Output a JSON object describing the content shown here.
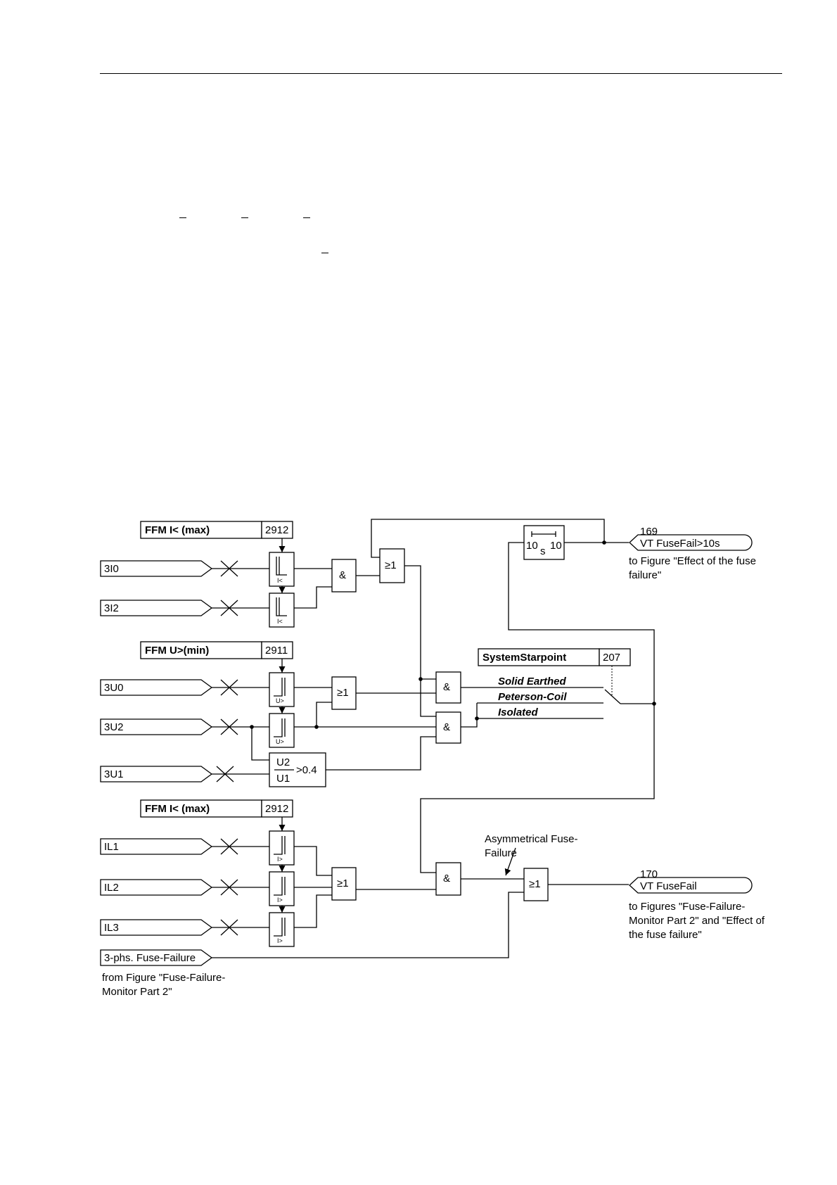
{
  "settings": {
    "ffm_i_max_top": {
      "label": "FFM I< (max)",
      "address": "2912"
    },
    "ffm_u_min": {
      "label": "FFM U>(min)",
      "address": "2911"
    },
    "ffm_i_max_bottom": {
      "label": "FFM I< (max)",
      "address": "2912"
    },
    "system_starpoint": {
      "label": "SystemStarpoint",
      "address": "207"
    }
  },
  "inputs": {
    "i0": "3I0",
    "i2": "3I2",
    "u0": "3U0",
    "u2": "3U2",
    "u1": "3U1",
    "il1": "IL1",
    "il2": "IL2",
    "il3": "IL3",
    "three_phase": "3-phs. Fuse-Failure"
  },
  "threshold_labels": {
    "i_under": "I<",
    "u_over": "U>",
    "i_over": "I>"
  },
  "gates": {
    "and": "&",
    "or": "≥1"
  },
  "ratio": {
    "numerator": "U2",
    "denominator": "U1",
    "threshold": ">0.4"
  },
  "timer": {
    "t1": "10",
    "unit": "s",
    "t2": "10"
  },
  "switch_positions": {
    "solid": "Solid Earthed",
    "peterson": "Peterson-Coil",
    "isolated": "Isolated"
  },
  "outputs": {
    "fusefail_10s": {
      "number": "169",
      "label": "VT FuseFail>10s",
      "note_lines": [
        "to Figure \"Effect of the fuse",
        "failure\""
      ]
    },
    "fusefail": {
      "number": "170",
      "label": "VT FuseFail",
      "note_lines": [
        "to Figures \"Fuse-Failure-",
        "Monitor Part 2\" and \"Effect of",
        "the fuse failure\""
      ]
    }
  },
  "annotations": {
    "asymmetrical_lines": [
      "Asymmetrical Fuse-",
      "Failure"
    ],
    "from_figure_lines": [
      "from Figure \"Fuse-Failure-",
      "Monitor Part 2\""
    ]
  }
}
